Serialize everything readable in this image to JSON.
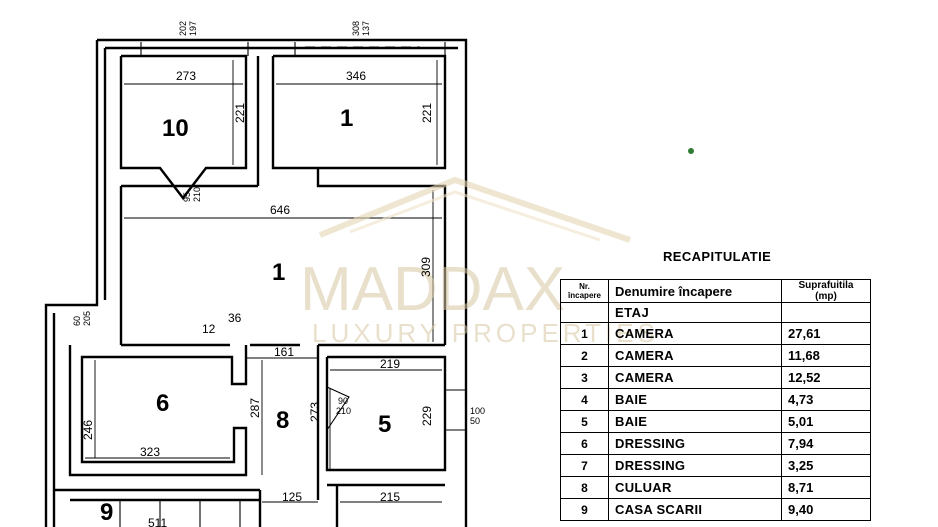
{
  "plan": {
    "rooms": [
      {
        "id": "room-10",
        "number": "10"
      },
      {
        "id": "room-1-top",
        "number": "1"
      },
      {
        "id": "room-1-main",
        "number": "1"
      },
      {
        "id": "room-6",
        "number": "6"
      },
      {
        "id": "room-8",
        "number": "8"
      },
      {
        "id": "room-5",
        "number": "5"
      },
      {
        "id": "room-9",
        "number": "9"
      }
    ],
    "dimensions": {
      "d273": "273",
      "d221a": "221",
      "d346": "346",
      "d221b": "221",
      "d646": "646",
      "d309": "309",
      "d161": "161",
      "d219": "219",
      "d229": "229",
      "d287": "287",
      "d246": "246",
      "d323": "323",
      "d273b": "273",
      "d125": "125",
      "d215": "215",
      "d511": "511",
      "d12": "12",
      "d36": "36"
    },
    "small_dims": {
      "w_top_left_a": "202",
      "w_top_left_b": "197",
      "w_top_right_a": "308",
      "w_top_right_b": "137",
      "door10_a": "95",
      "door10_b": "210",
      "door5_a": "90",
      "door5_b": "210",
      "win_left_a": "60",
      "win_left_b": "205",
      "win_right_a": "100",
      "win_right_b": "50"
    }
  },
  "watermark": {
    "brand": "MADDAX",
    "tagline": "LUXURY PROPERTIES"
  },
  "recap": {
    "title": "RECAPITULATIE",
    "headers": {
      "nr_line1": "Nr.",
      "nr_line2": "încapere",
      "name": "Denumire încapere",
      "area_line1": "Suprafuitila",
      "area_line2": "(mp)"
    },
    "section": "ETAJ",
    "rows": [
      {
        "nr": "1",
        "name": "CAMERA",
        "area": "27,61"
      },
      {
        "nr": "2",
        "name": "CAMERA",
        "area": "11,68"
      },
      {
        "nr": "3",
        "name": "CAMERA",
        "area": "12,52"
      },
      {
        "nr": "4",
        "name": "BAIE",
        "area": "4,73"
      },
      {
        "nr": "5",
        "name": "BAIE",
        "area": "5,01"
      },
      {
        "nr": "6",
        "name": "DRESSING",
        "area": "7,94"
      },
      {
        "nr": "7",
        "name": "DRESSING",
        "area": "3,25"
      },
      {
        "nr": "8",
        "name": "CULUAR",
        "area": "8,71"
      },
      {
        "nr": "9",
        "name": "CASA SCARII",
        "area": "9,40"
      }
    ]
  },
  "colors": {
    "watermark": "#d8c7a4",
    "dot": "#2e7d32"
  }
}
